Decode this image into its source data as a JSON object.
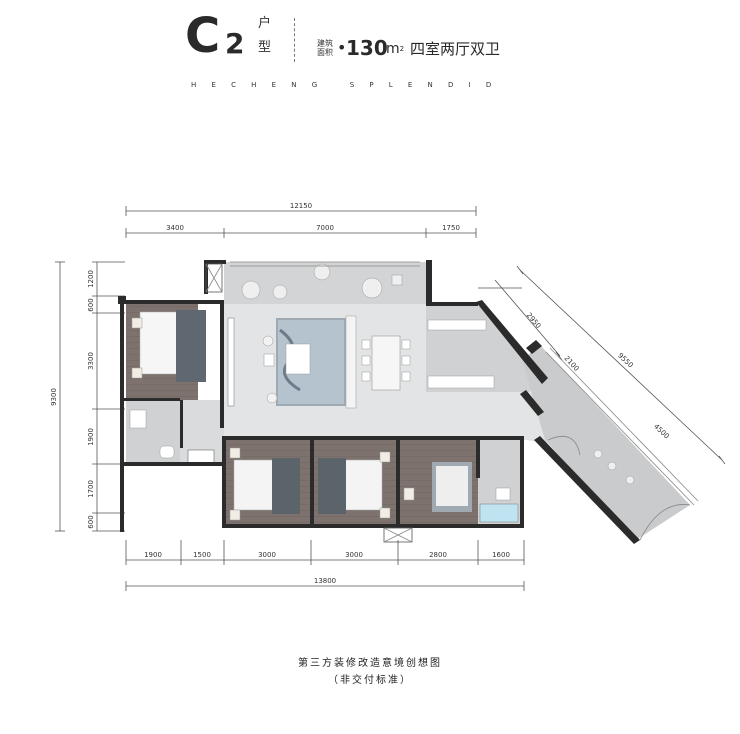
{
  "header": {
    "letter": "C",
    "number": "2",
    "hu": "户",
    "xing": "型",
    "area_label": "建筑面积",
    "area_value": "130",
    "area_unit": "m",
    "area_unit_sup": "2",
    "layout_type": "四室两厅双卫",
    "brand": "HECHENG SPLENDID"
  },
  "dimensions": {
    "top_total": "12150",
    "top_segments": [
      "3400",
      "7000",
      "1750"
    ],
    "bottom_segments": [
      "1900",
      "1500",
      "3000",
      "3000",
      "2800",
      "1600"
    ],
    "bottom_total": "13800",
    "left_total": "9300",
    "left_segments": [
      "1200",
      "600",
      "3300",
      "1900",
      "1700",
      "600"
    ],
    "diagonal": [
      "2950",
      "2100",
      "9550",
      "4500"
    ]
  },
  "footer": {
    "line1": "第三方装修改造意境创想图",
    "line2": "（非交付标准）"
  },
  "colors": {
    "wall": "#2b2b2b",
    "floor_wood": "#7a6f6a",
    "floor_tile": "#c9cbcc",
    "floor_light": "#e3e5e6",
    "dim_line": "#555555"
  }
}
